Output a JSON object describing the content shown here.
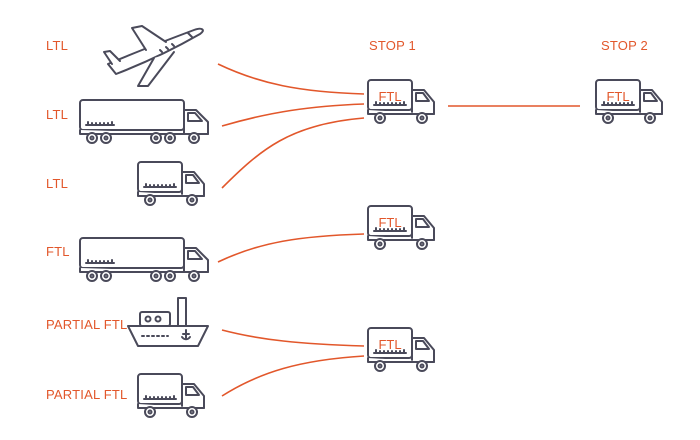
{
  "colors": {
    "accent": "#e2572b",
    "stroke": "#4a4a5a",
    "fill": "#ffffff"
  },
  "headers": {
    "stop1": "STOP 1",
    "stop2": "STOP 2"
  },
  "origins": [
    {
      "label": "LTL",
      "icon": "airplane-icon"
    },
    {
      "label": "LTL",
      "icon": "trailer-truck-icon"
    },
    {
      "label": "LTL",
      "icon": "box-truck-icon"
    },
    {
      "label": "FTL",
      "icon": "trailer-truck-icon"
    },
    {
      "label": "PARTIAL FTL",
      "icon": "ship-icon"
    },
    {
      "label": "PARTIAL FTL",
      "icon": "box-truck-icon"
    }
  ],
  "consolidated": [
    {
      "label": "FTL",
      "icon": "ftl-truck-icon"
    },
    {
      "label": "FTL",
      "icon": "ftl-truck-icon"
    },
    {
      "label": "FTL",
      "icon": "ftl-truck-icon"
    },
    {
      "label": "FTL",
      "icon": "ftl-truck-icon"
    }
  ]
}
